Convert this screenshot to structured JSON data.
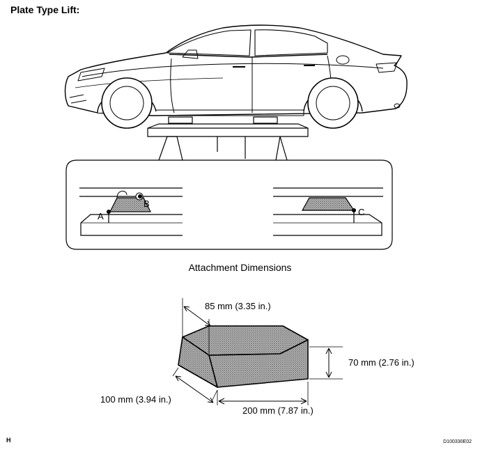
{
  "page": {
    "title": "Plate Type Lift:",
    "section_title": "Attachment Dimensions",
    "footer_left": "H",
    "footer_right": "D100330E02"
  },
  "detail": {
    "point_a": "A",
    "point_b": "B",
    "point_c": "C"
  },
  "dimensions": {
    "depth": "85 mm (3.35 in.)",
    "height": "70 mm (2.76 in.)",
    "width": "100 mm (3.94 in.)",
    "length": "200 mm (7.87 in.)"
  },
  "colors": {
    "stipple": "#8a8a8a",
    "line": "#000000"
  }
}
